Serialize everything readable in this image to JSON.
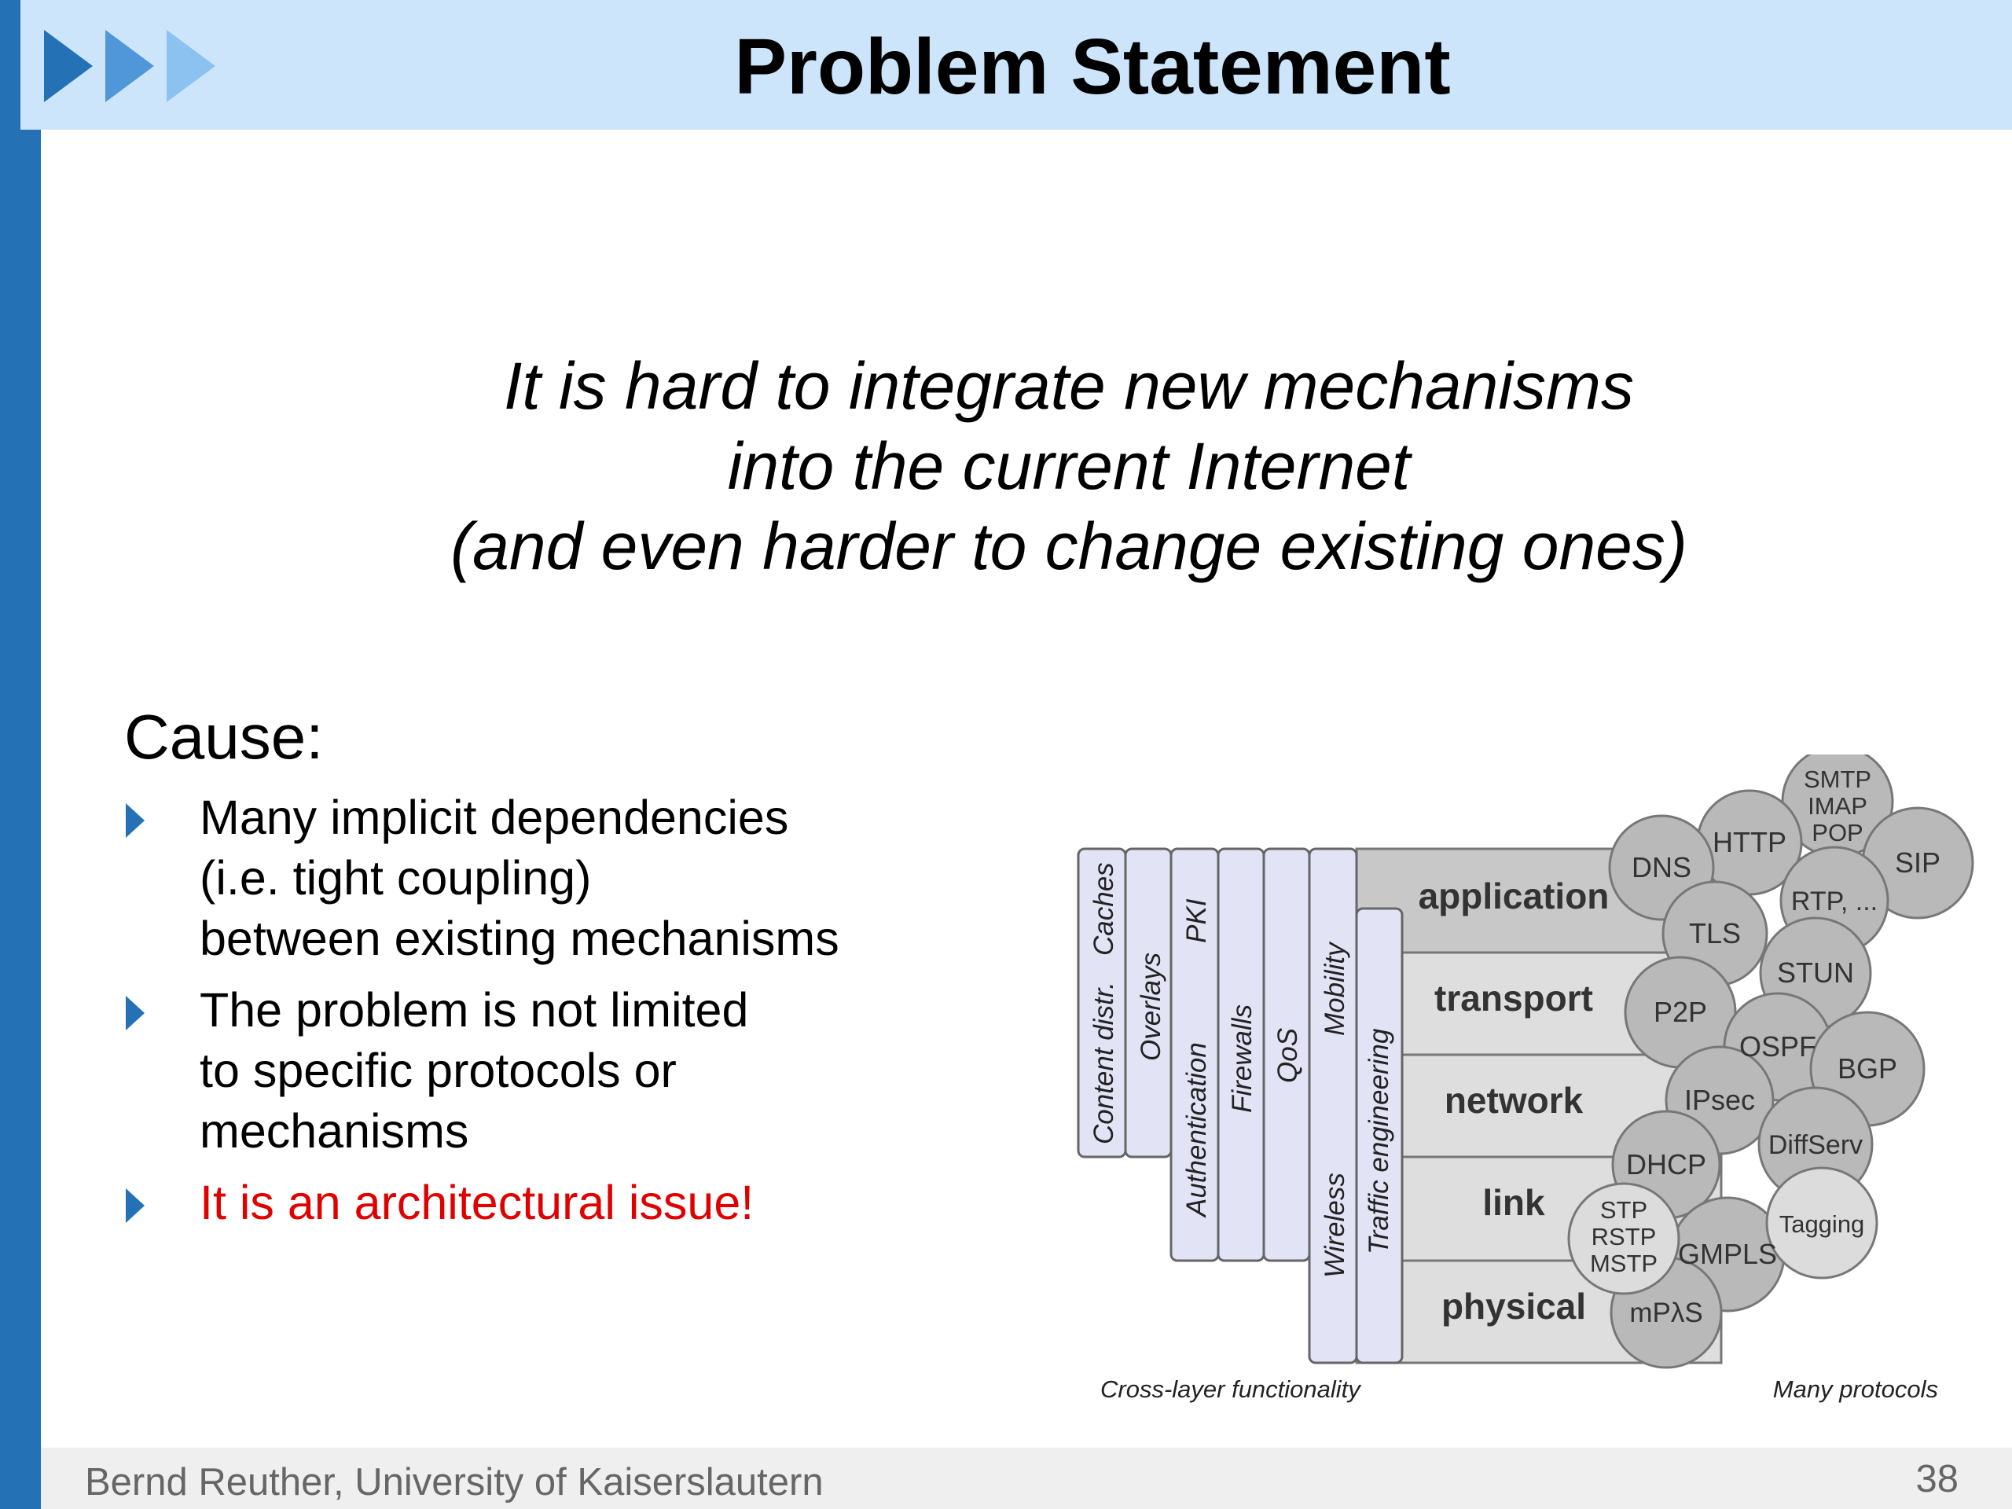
{
  "header": {
    "title": "Problem Statement"
  },
  "quote": {
    "lines": [
      "It is hard to integrate new mechanisms",
      "into the current Internet",
      "(and even harder to change existing ones)"
    ]
  },
  "cause": {
    "heading": "Cause:",
    "bullets": [
      {
        "lines": [
          "Many implicit dependencies",
          "(i.e. tight coupling)",
          "between existing mechanisms"
        ]
      },
      {
        "lines": [
          "The problem is not limited",
          "to specific protocols or",
          "mechanisms"
        ]
      },
      {
        "lines": [
          "It is an architectural issue!"
        ],
        "color": "#e00000"
      }
    ]
  },
  "diagram": {
    "layers": [
      "application",
      "transport",
      "network",
      "link",
      "physical"
    ],
    "cross_layer": [
      "Content distr.",
      "Caches",
      "Overlays",
      "Authentication",
      "PKI",
      "Firewalls",
      "QoS",
      "Wireless",
      "Mobility",
      "Traffic engineering"
    ],
    "protocols": [
      "SMTP",
      "IMAP",
      "POP",
      "SIP",
      "HTTP",
      "DNS",
      "RTP, ...",
      "TLS",
      "STUN",
      "P2P",
      "OSPF",
      "BGP",
      "IPsec",
      "DiffServ",
      "DHCP",
      "Tagging",
      "STP",
      "RSTP",
      "MSTP",
      "GMPLS",
      "mPλS"
    ],
    "caption_left": "Cross-layer functionality",
    "caption_right": "Many protocols"
  },
  "footer": {
    "author": "Bernd Reuther, University of Kaiserslautern",
    "page": "38"
  },
  "colors": {
    "accent": "#2472b5",
    "header_bg": "#cce5fb",
    "highlight": "#e00000"
  }
}
